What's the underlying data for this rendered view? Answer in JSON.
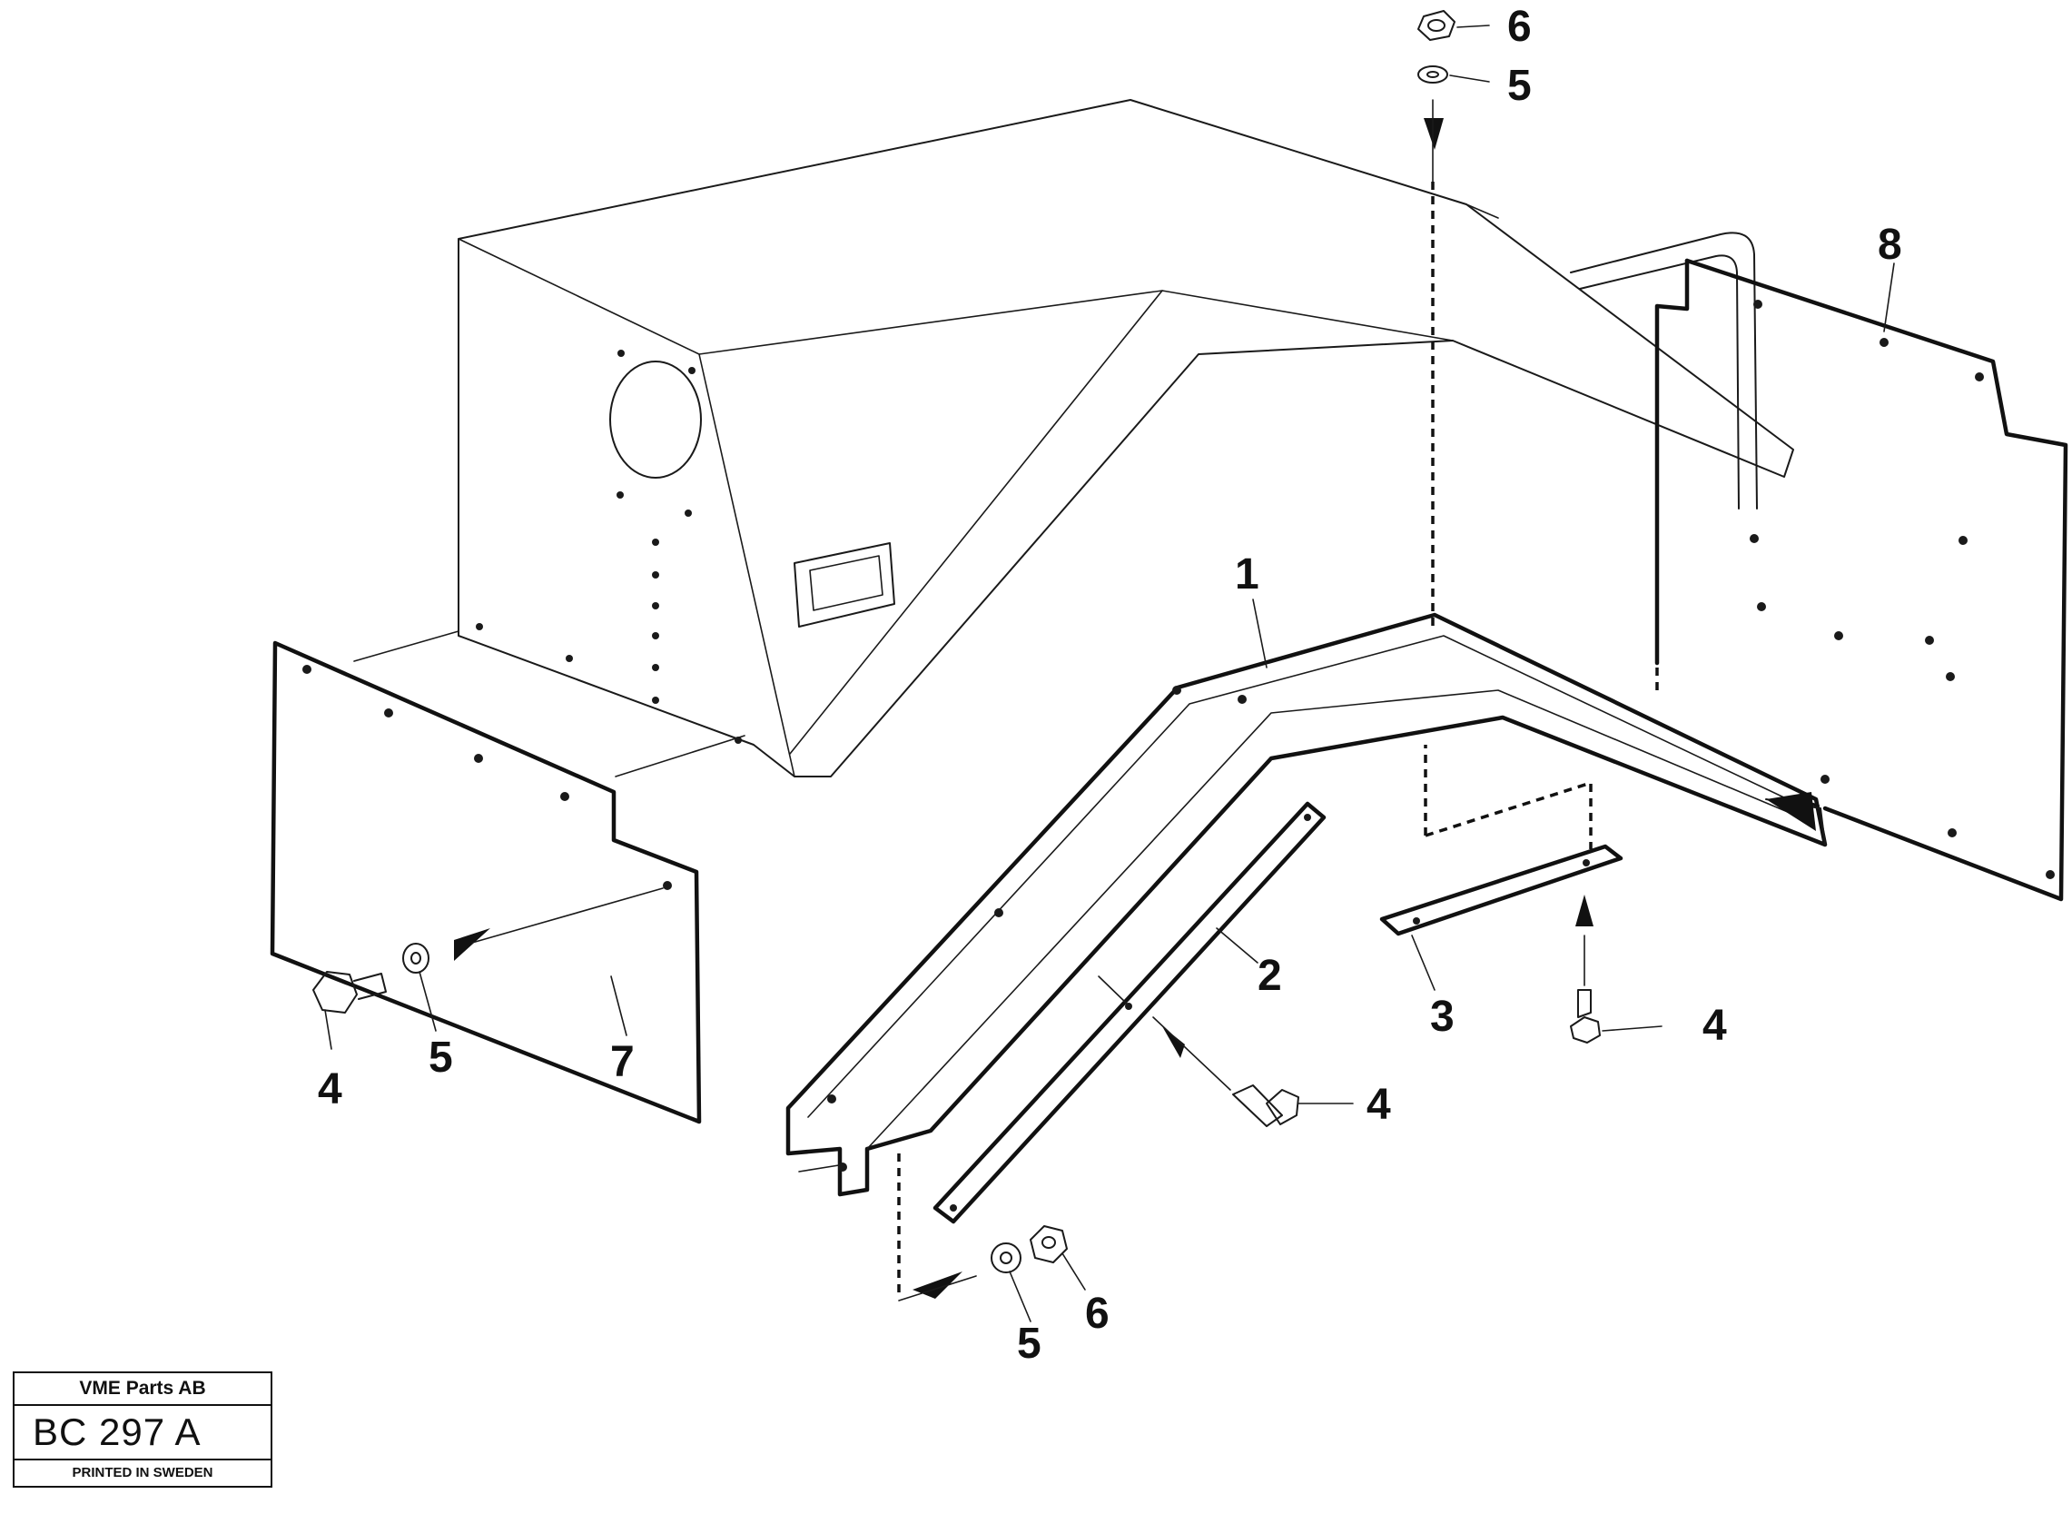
{
  "callouts": {
    "c1": "1",
    "c2": "2",
    "c3": "3",
    "c4a": "4",
    "c4b": "4",
    "c4c": "4",
    "c5a": "5",
    "c5b": "5",
    "c5c": "5",
    "c6a": "6",
    "c6b": "6",
    "c7": "7",
    "c8": "8"
  },
  "title_block": {
    "company": "VME Parts AB",
    "drawing_number": "BC 297 A",
    "footer": "PRINTED IN SWEDEN"
  }
}
